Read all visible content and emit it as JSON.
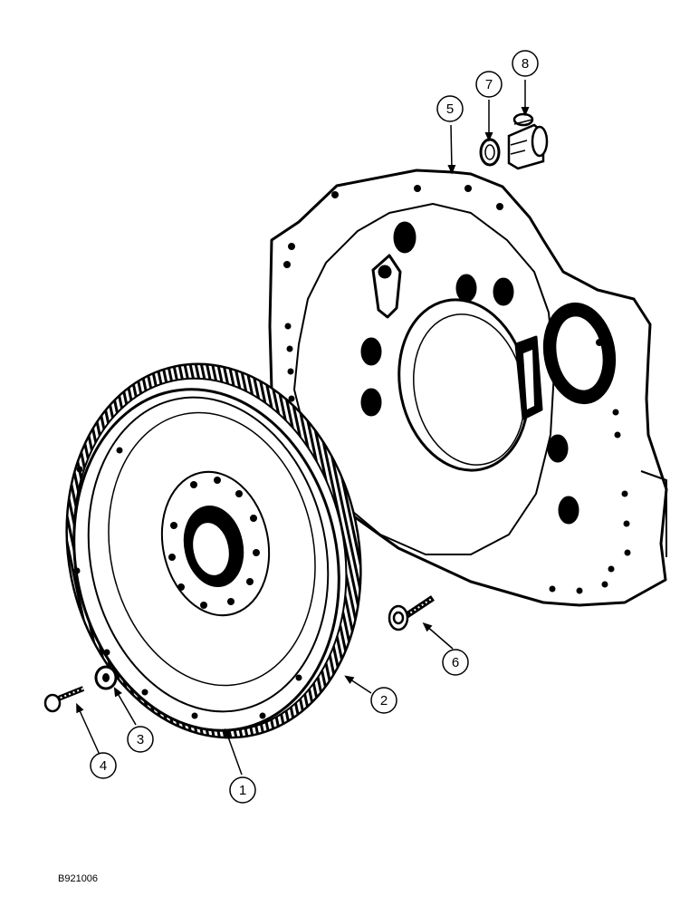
{
  "callouts": [
    {
      "number": "1",
      "part": "flywheel"
    },
    {
      "number": "2",
      "part": "ring-gear"
    },
    {
      "number": "3",
      "part": "washer"
    },
    {
      "number": "4",
      "part": "flywheel-bolt"
    },
    {
      "number": "5",
      "part": "flywheel-housing"
    },
    {
      "number": "6",
      "part": "housing-bolt"
    },
    {
      "number": "7",
      "part": "seal-ring"
    },
    {
      "number": "8",
      "part": "plug"
    }
  ],
  "figure_code": "B921006"
}
